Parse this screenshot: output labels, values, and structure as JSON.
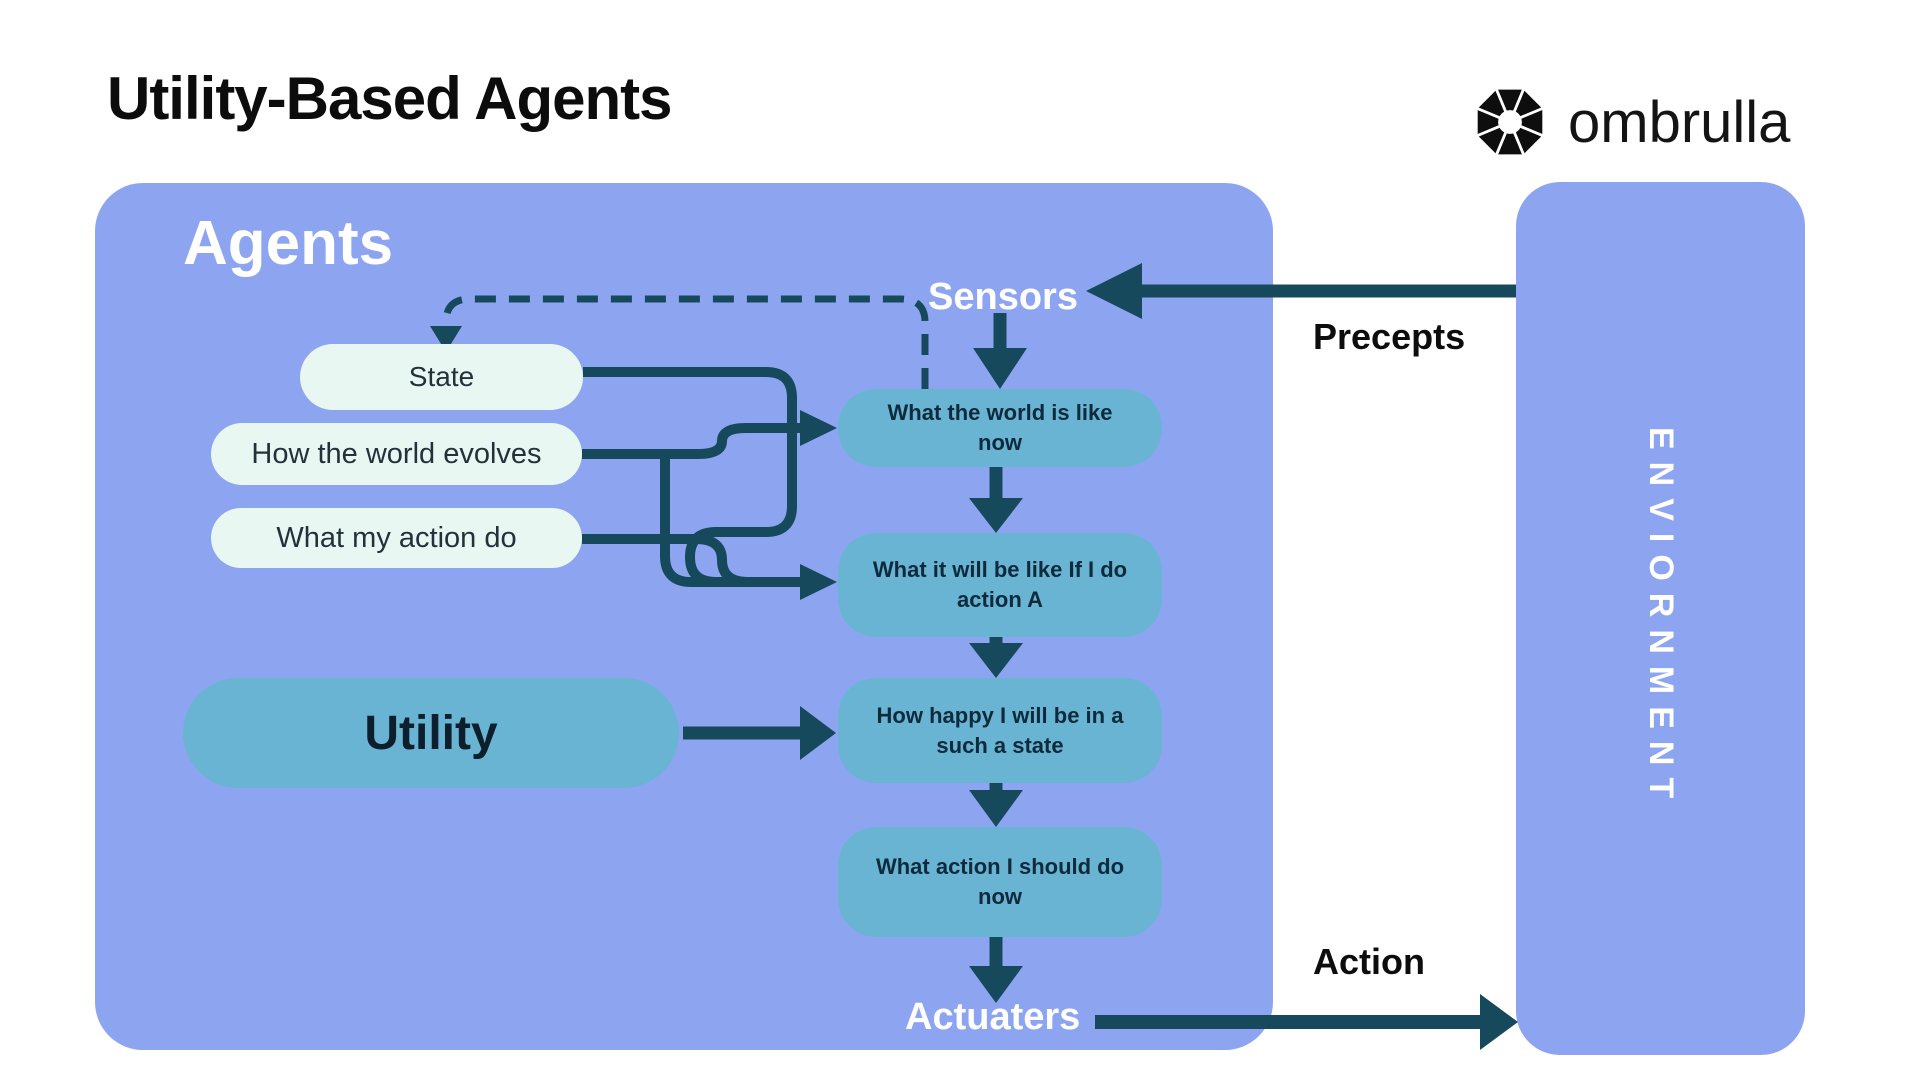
{
  "title": "Utility-Based Agents",
  "brand": {
    "name": "ombrulla",
    "logo_icon": "octagon-umbrella"
  },
  "agents_panel": {
    "label": "Agents",
    "sensors_label": "Sensors",
    "actuators_label": "Actuaters"
  },
  "environment_panel": {
    "label": "ENVIORNMENT"
  },
  "flow_labels": {
    "percepts": "Precepts",
    "action": "Action"
  },
  "knowledge_nodes": [
    {
      "label": "State"
    },
    {
      "label": "How the world evolves"
    },
    {
      "label": "What my action do"
    }
  ],
  "utility_node": {
    "label": "Utility"
  },
  "process_nodes": [
    {
      "label": "What the world is like now"
    },
    {
      "label": "What it will be like If I do action A"
    },
    {
      "label": "How happy I will be in a such a state"
    },
    {
      "label": "What action I should do now"
    }
  ],
  "colors": {
    "panel": "#8da5f1",
    "process_node": "#68b4d2",
    "knowledge_node": "#e8f7f2",
    "connector": "#17495c"
  }
}
